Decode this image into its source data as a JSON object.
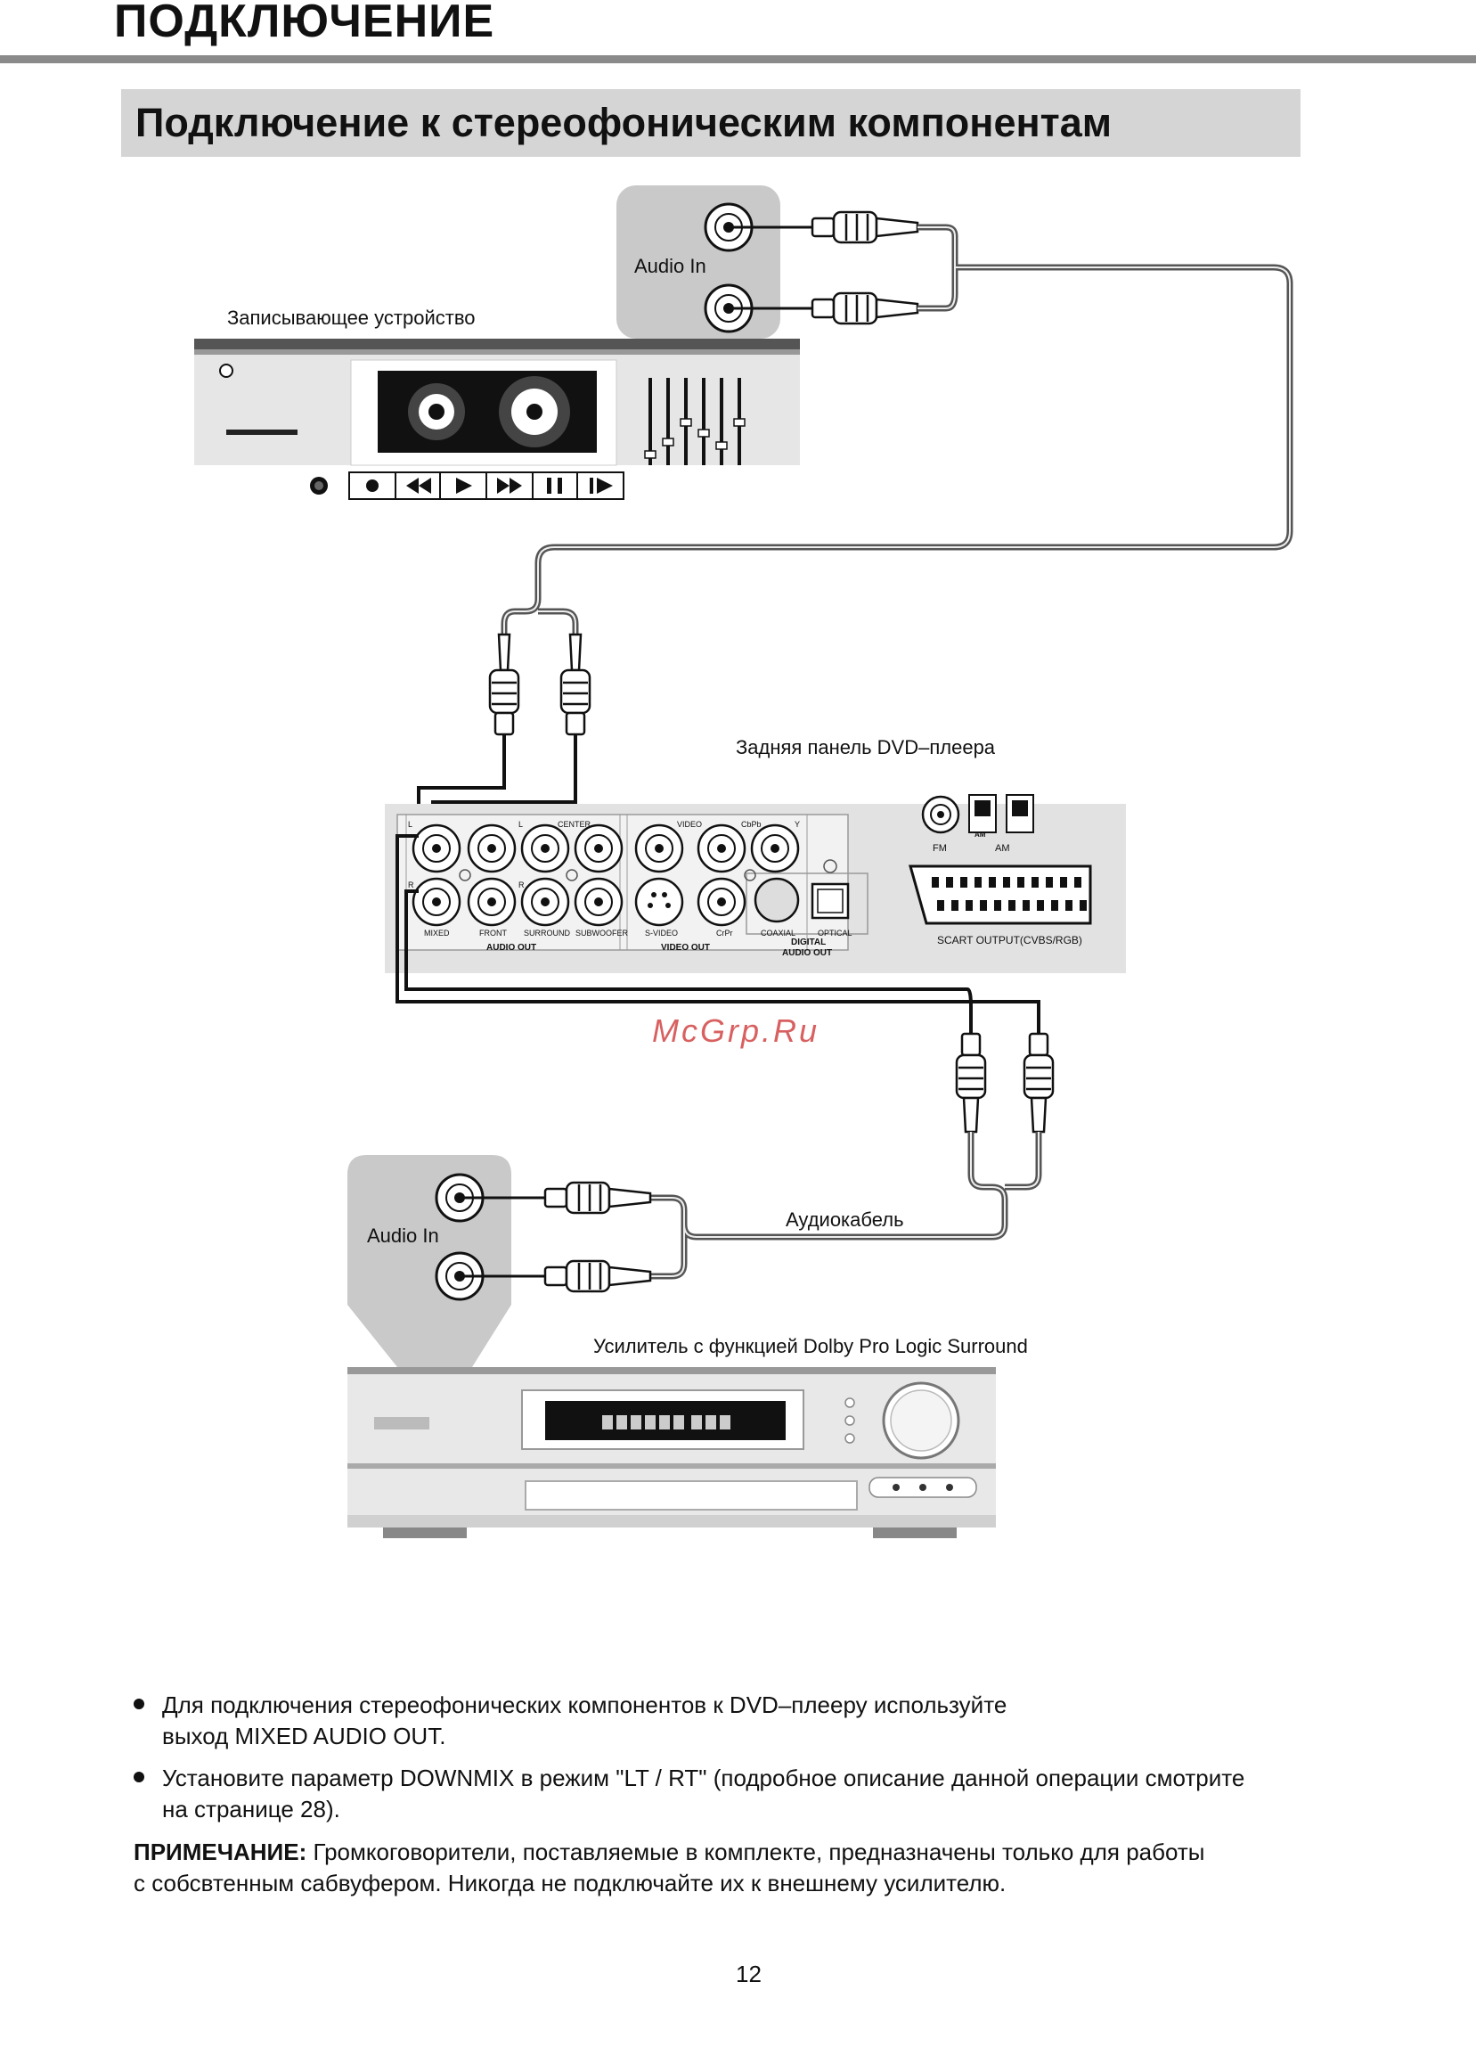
{
  "header": {
    "title": "ПОДКЛЮЧЕНИЕ",
    "section_title": "Подключение к стереофоническим компонентам"
  },
  "diagram": {
    "recorder_label": "Записывающее устройство",
    "audio_in_top": "Audio In",
    "dvd_rear_label": "Задняя панель DVD–плеера",
    "audio_cable_label": "Аудиокабель",
    "audio_in_bottom": "Audio In",
    "amplifier_label": "Усилитель с функцией Dolby Pro Logic Surround",
    "panel": {
      "L": "L",
      "R": "R",
      "L2": "L",
      "R2": "R",
      "center": "CENTER",
      "mixed": "MIXED",
      "front": "FRONT",
      "surround": "SURROUND",
      "subwoofer": "SUBWOOFER",
      "audio_out": "AUDIO OUT",
      "video": "VIDEO",
      "cbpb": "CbPb",
      "y": "Y",
      "svideo": "S-VIDEO",
      "crpr": "CrPr",
      "video_out": "VIDEO OUT",
      "coaxial": "COAXIAL",
      "optical": "OPTICAL",
      "digital": "DIGITAL",
      "digital_audio_out": "AUDIO OUT",
      "fm": "FM",
      "am": "AM",
      "am_small": "AM",
      "scart": "SCART OUTPUT(CVBS/RGB)"
    },
    "watermark": "McGrp.Ru"
  },
  "body": {
    "bullet1_line1": "Для подключения стереофонических компонентов к DVD–плееру используйте",
    "bullet1_line2": "выход MIXED AUDIO OUT.",
    "bullet2_line1": "Установите параметр DOWNMIX в режим \"LT / RT\" (подробное описание данной операции смотрите",
    "bullet2_line2": "на странице 28).",
    "note_label": "ПРИМЕЧАНИЕ:",
    "note_line1": " Громкоговорители, поставляемые в комплекте, предназначены только для работы",
    "note_line2": "с собсвтенным сабвуфером. Никогда не подключайте их к внешнему усилителю."
  },
  "footer": {
    "page_number": "12"
  }
}
